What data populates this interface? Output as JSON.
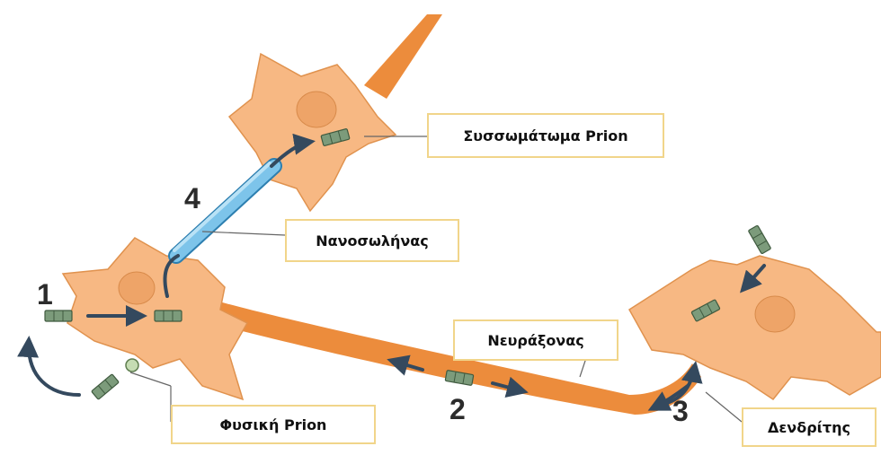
{
  "labels": {
    "aggregate": "Συσσωμάτωμα Prion",
    "nanotube": "Νανοσωλήνας",
    "axon": "Νευράξονας",
    "normal_prion": "Φυσική Prion",
    "dendrite": "Δενδρίτης"
  },
  "steps": [
    "1",
    "2",
    "3",
    "4"
  ],
  "colors": {
    "cell_fill": "#f7b883",
    "cell_stroke": "#e0924e",
    "axon": "#ec8c3c",
    "nucleus": "#eea468",
    "nanotube": "#7dc4ea",
    "arrow": "#34495e",
    "prion_block": "#7c9b7b",
    "label_border": "#f1d58a"
  }
}
